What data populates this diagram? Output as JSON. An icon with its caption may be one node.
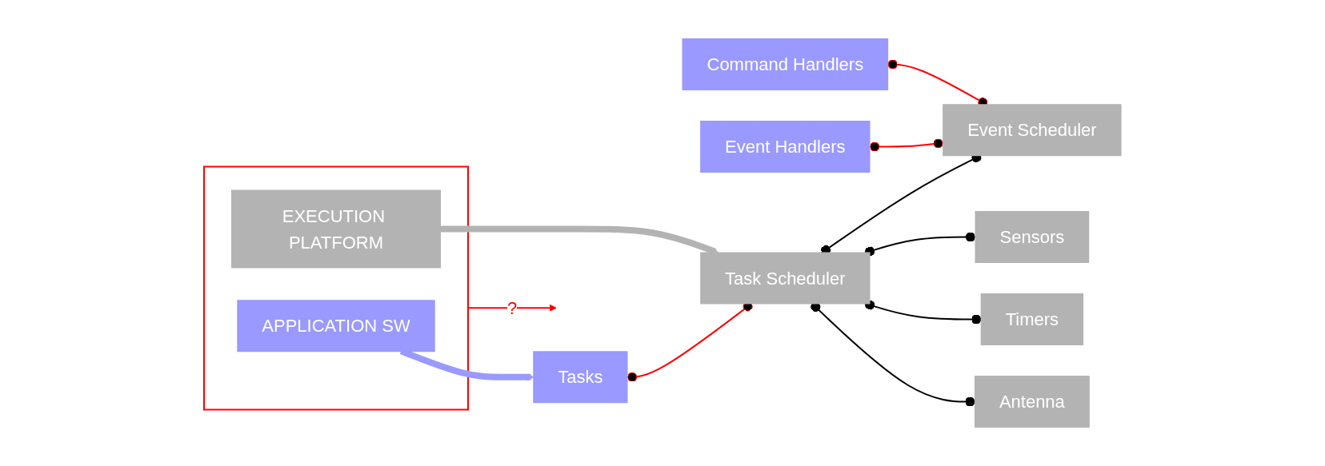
{
  "diagram": {
    "nodes": [
      {
        "text": [],
        "shape": "box"
      },
      {
        "text": [
          "APPLICATION SW"
        ],
        "in": 0
      },
      {
        "text": [
          "EXECUTION PLATFORM"
        ],
        "in": 0
      },
      {
        "text": [
          "Tasks"
        ]
      },
      {
        "text": [
          "Command Handlers"
        ]
      },
      {
        "text": [
          "Event Handlers"
        ]
      },
      {
        "text": [
          "Task Scheduler"
        ]
      },
      {
        "text": [
          "Event Scheduler"
        ]
      },
      {
        "text": [
          "Sensors"
        ]
      },
      {
        "text": [
          "Timers"
        ]
      },
      {
        "text": [
          "Antenna"
        ]
      }
    ],
    "edges": [
      {
        "from": 1,
        "to": 3,
        "arrow": "to",
        "style": "thick",
        "color": "#9999ff"
      },
      {
        "from": 0,
        "to": null,
        "arrow": "to",
        "label": "?",
        "color": "#ff0000"
      },
      {
        "from": 2,
        "to": 6,
        "arrow": "to",
        "style": "thick",
        "color": "#b3b3b3"
      },
      {
        "from": 3,
        "to": 6,
        "arrow": "other",
        "color": "#ff0000"
      },
      {
        "from": 4,
        "to": 7,
        "arrow": "other",
        "color": "#ff0000"
      },
      {
        "from": 5,
        "to": 7,
        "arrow": "other",
        "color": "#ff0000"
      },
      {
        "from": 6,
        "to": 7,
        "arrow": "other",
        "color": "#000000"
      },
      {
        "from": 6,
        "to": 8,
        "arrow": "other",
        "color": "#000000"
      },
      {
        "from": 6,
        "to": 9,
        "arrow": "other",
        "color": "#000000"
      },
      {
        "from": 6,
        "to": 10,
        "arrow": "other",
        "color": "#000000"
      }
    ]
  }
}
